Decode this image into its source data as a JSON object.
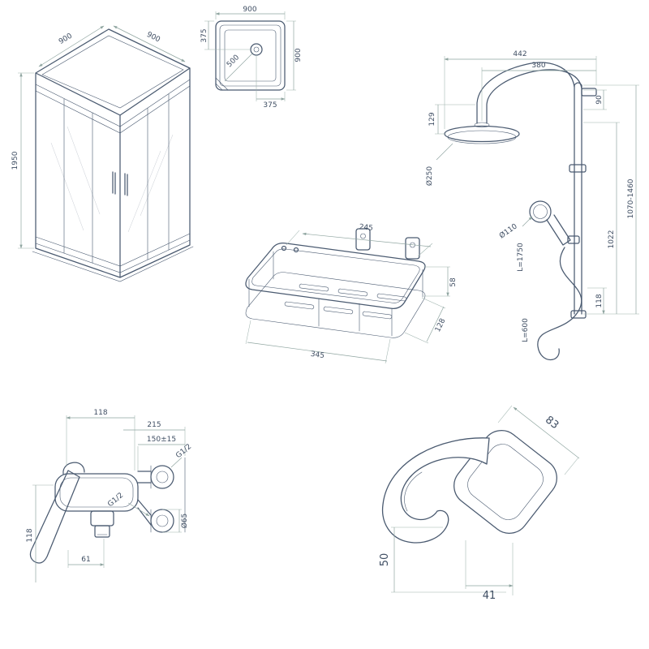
{
  "sheet": {
    "description": "Bathroom fixtures technical dimension drawings",
    "line_color": "#4a5a70",
    "dim_line_color": "#8fa5a0",
    "text_color": "#3f4e63",
    "background": "#ffffff"
  },
  "enclosure": {
    "dim_top_left": "900",
    "dim_top_right": "900",
    "dim_height": "1950"
  },
  "tray": {
    "dim_width": "900",
    "dim_depth": "900",
    "dim_drain_from_top": "375",
    "dim_drain_diagonal": "500",
    "dim_drain_from_right": "375"
  },
  "column": {
    "dim_overall_width": "442",
    "dim_head_offset": "380",
    "dim_head_drop": "129",
    "dim_head_diameter": "Ø250",
    "dim_top_clearance": "90",
    "dim_hand_shower_diameter": "Ø110",
    "dim_height_range": "1070-1460",
    "dim_pipe_length": "1022",
    "dim_hose_length": "L=1750",
    "dim_bottom_offset": "118",
    "dim_hose_min": "L=600"
  },
  "basket": {
    "dim_inner_length": "245",
    "dim_length": "345",
    "dim_width": "128",
    "dim_height": "58"
  },
  "mixer": {
    "dim_spout": "118",
    "dim_overall_width": "215",
    "dim_centers": "150±15",
    "dim_thread_upper": "G1/2",
    "dim_thread_lower": "G1/2",
    "dim_flange_diameter": "Ø65",
    "dim_body_height": "118",
    "dim_outlet_offset": "61"
  },
  "hook": {
    "dim_width": "83",
    "dim_height": "50",
    "dim_depth": "41"
  }
}
